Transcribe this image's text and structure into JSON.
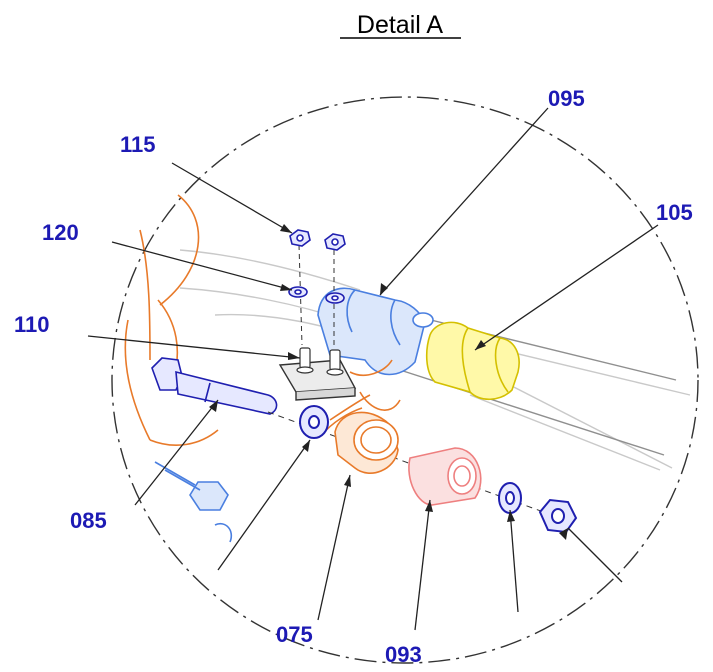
{
  "title": "Detail A",
  "callouts": {
    "c115": "115",
    "c120": "120",
    "c110": "110",
    "c095": "095",
    "c105": "105",
    "c085": "085",
    "c075": "075",
    "c093": "093"
  },
  "colors": {
    "callout_text": "#1d1ab4",
    "leader_line": "#222222",
    "outline": "#333333",
    "blue_part": "#4a7fe0",
    "blue_part_fill": "#dbe7fb",
    "navy_part": "#1f1fb0",
    "orange_part": "#e87a2a",
    "pink_part": "#ee7f7f",
    "pink_fill": "#fbe0e0",
    "yellow_part": "#f4e21d",
    "yellow_fill": "#fff9a8",
    "gray_pipe": "#c9c9c9"
  }
}
